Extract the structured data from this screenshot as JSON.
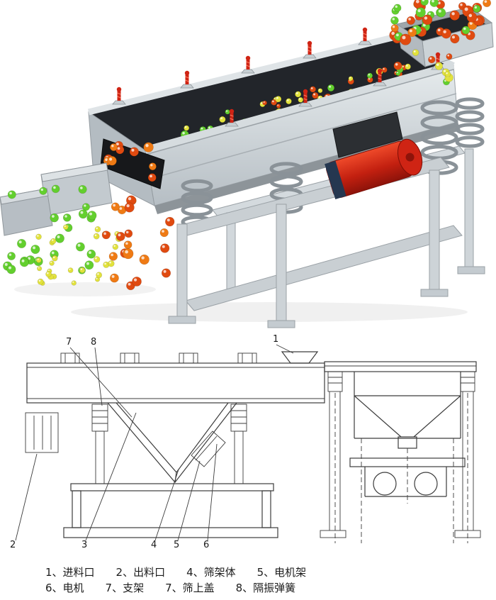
{
  "legend": {
    "row1": [
      "1、进料口",
      "2、出料口",
      "4、筛架体",
      "5、电机架"
    ],
    "row2": [
      "6、电机",
      "7、支架",
      "7、筛上盖",
      "8、隔振弹簧"
    ]
  },
  "callouts": {
    "n1": "1",
    "n2": "2",
    "n3": "3",
    "n4": "4",
    "n5": "5",
    "n6": "6",
    "n7": "7",
    "n8": "8"
  },
  "colors": {
    "ball_red": "#e04a10",
    "ball_orange": "#ef7a14",
    "ball_green": "#63cf2e",
    "ball_yellow": "#e2e23c",
    "ball_white": "#f0f3f3",
    "machine_light": "#dde2e5",
    "machine_mid": "#c3cad0",
    "machine_dark": "#9aa2a8",
    "interior_dark": "#22252a",
    "motor_red": "#cf2414",
    "motor_band_blue": "#253750",
    "frame_gray": "#c9cfd3",
    "drawing_stroke": "#3c3c3c"
  }
}
